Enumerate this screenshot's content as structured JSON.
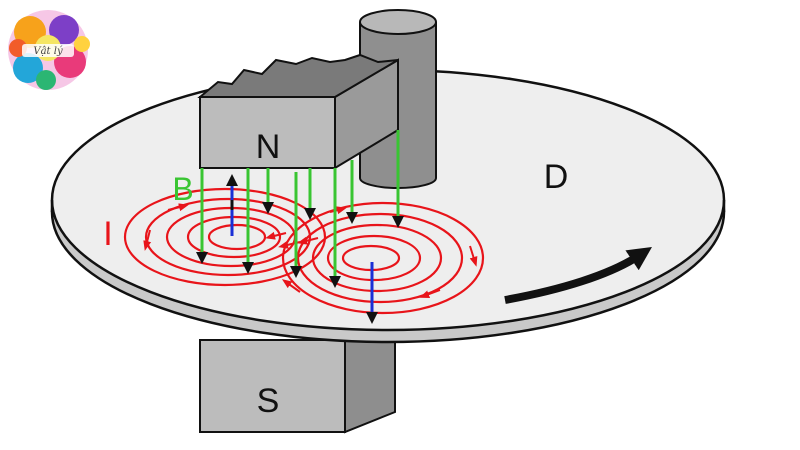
{
  "logo": {
    "text": "Vật lý"
  },
  "labels": {
    "north": "N",
    "south": "S",
    "disk": "D",
    "field": "B",
    "current": "I"
  },
  "colors": {
    "field": "#39c532",
    "current": "#e8141a",
    "velocity": "#1a2fd6",
    "magnet_face": "#bcbcbc",
    "magnet_top": "#8a8a8a",
    "disk_top": "#eeeeee",
    "disk_edge": "#c9c9c9",
    "outline": "#111111"
  },
  "icons": [
    "rotation-arrow-icon",
    "logo-icon"
  ]
}
